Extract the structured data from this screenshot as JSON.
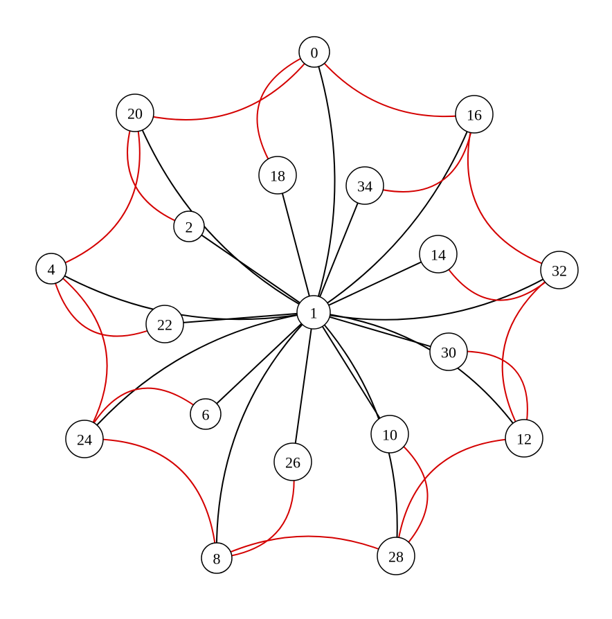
{
  "colors": {
    "black_edge": "#000000",
    "red_edge": "#d40000",
    "node_fill": "#ffffff",
    "node_stroke": "#000000"
  },
  "nodes": [
    {
      "id": "0",
      "label": "0"
    },
    {
      "id": "1",
      "label": "1"
    },
    {
      "id": "2",
      "label": "2"
    },
    {
      "id": "4",
      "label": "4"
    },
    {
      "id": "6",
      "label": "6"
    },
    {
      "id": "8",
      "label": "8"
    },
    {
      "id": "10",
      "label": "10"
    },
    {
      "id": "12",
      "label": "12"
    },
    {
      "id": "14",
      "label": "14"
    },
    {
      "id": "16",
      "label": "16"
    },
    {
      "id": "18",
      "label": "18"
    },
    {
      "id": "20",
      "label": "20"
    },
    {
      "id": "22",
      "label": "22"
    },
    {
      "id": "24",
      "label": "24"
    },
    {
      "id": "26",
      "label": "26"
    },
    {
      "id": "28",
      "label": "28"
    },
    {
      "id": "30",
      "label": "30"
    },
    {
      "id": "32",
      "label": "32"
    },
    {
      "id": "34",
      "label": "34"
    }
  ],
  "edges": [
    {
      "from": "1",
      "to": "0",
      "color": "black"
    },
    {
      "from": "1",
      "to": "20",
      "color": "black"
    },
    {
      "from": "1",
      "to": "18",
      "color": "black"
    },
    {
      "from": "1",
      "to": "34",
      "color": "black"
    },
    {
      "from": "1",
      "to": "16",
      "color": "black"
    },
    {
      "from": "1",
      "to": "2",
      "color": "black"
    },
    {
      "from": "1",
      "to": "4",
      "color": "black"
    },
    {
      "from": "1",
      "to": "14",
      "color": "black"
    },
    {
      "from": "1",
      "to": "32",
      "color": "black"
    },
    {
      "from": "1",
      "to": "22",
      "color": "black"
    },
    {
      "from": "1",
      "to": "30",
      "color": "black"
    },
    {
      "from": "1",
      "to": "24",
      "color": "black"
    },
    {
      "from": "1",
      "to": "6",
      "color": "black"
    },
    {
      "from": "1",
      "to": "8",
      "color": "black"
    },
    {
      "from": "1",
      "to": "26",
      "color": "black"
    },
    {
      "from": "1",
      "to": "28",
      "color": "black"
    },
    {
      "from": "1",
      "to": "10",
      "color": "black"
    },
    {
      "from": "1",
      "to": "12",
      "color": "black"
    },
    {
      "from": "0",
      "to": "20",
      "color": "red"
    },
    {
      "from": "0",
      "to": "16",
      "color": "red"
    },
    {
      "from": "0",
      "to": "18",
      "color": "red"
    },
    {
      "from": "20",
      "to": "4",
      "color": "red"
    },
    {
      "from": "20",
      "to": "2",
      "color": "red"
    },
    {
      "from": "16",
      "to": "32",
      "color": "red"
    },
    {
      "from": "16",
      "to": "34",
      "color": "red"
    },
    {
      "from": "4",
      "to": "24",
      "color": "red"
    },
    {
      "from": "4",
      "to": "22",
      "color": "red"
    },
    {
      "from": "32",
      "to": "12",
      "color": "red"
    },
    {
      "from": "32",
      "to": "14",
      "color": "red"
    },
    {
      "from": "24",
      "to": "8",
      "color": "red"
    },
    {
      "from": "24",
      "to": "6",
      "color": "red"
    },
    {
      "from": "12",
      "to": "28",
      "color": "red"
    },
    {
      "from": "12",
      "to": "30",
      "color": "red"
    },
    {
      "from": "8",
      "to": "28",
      "color": "red"
    },
    {
      "from": "8",
      "to": "26",
      "color": "red"
    },
    {
      "from": "28",
      "to": "10",
      "color": "red"
    }
  ]
}
